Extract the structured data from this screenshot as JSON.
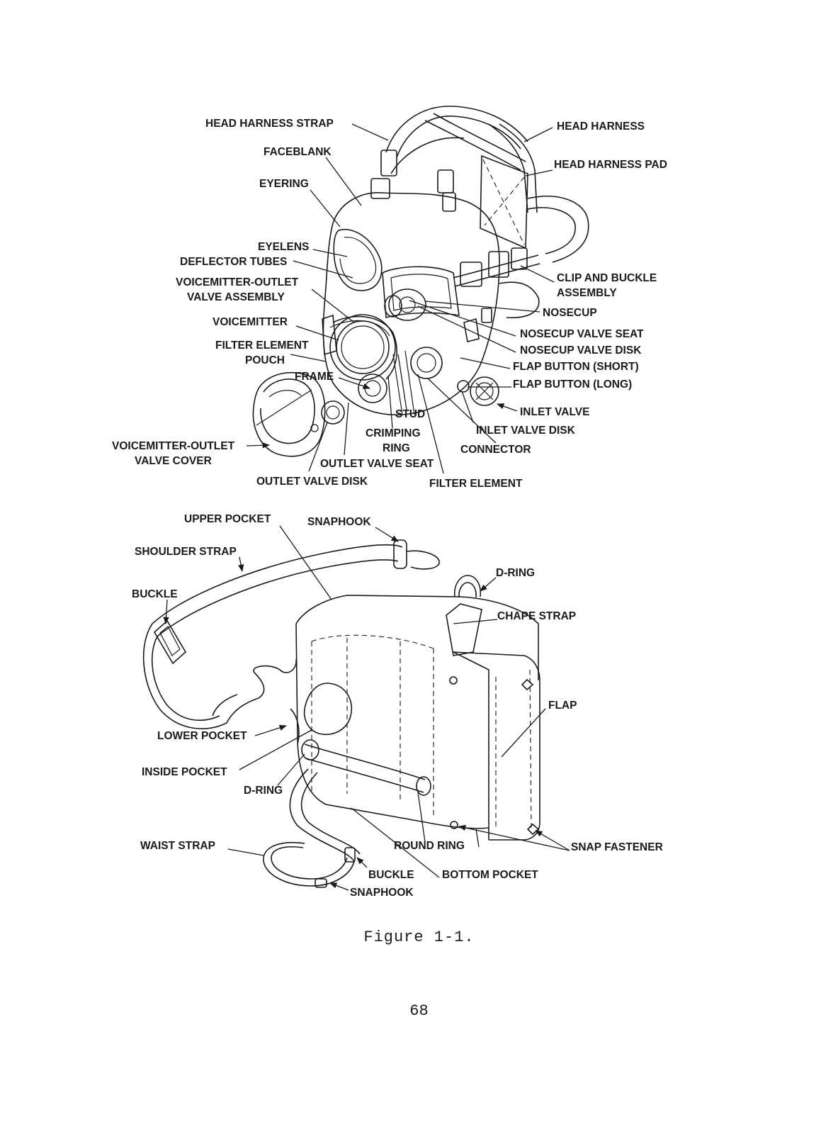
{
  "figure": {
    "caption": "Figure 1-1.",
    "page_number": "68"
  },
  "mask_labels": {
    "head_harness_strap": "HEAD  HARNESS STRAP",
    "faceblank": "FACEBLANK",
    "eyering": "EYERING",
    "eyelens": "EYELENS",
    "deflector_tubes": "DEFLECTOR TUBES",
    "voicemitter_outlet_line1": "VOICEMITTER-OUTLET",
    "voicemitter_outlet_line2": "VALVE ASSEMBLY",
    "voicemitter": "VOICEMITTER",
    "filter_pouch_line1": "FILTER ELEMENT",
    "filter_pouch_line2": "POUCH",
    "frame": "FRAME",
    "cover_line1": "VOICEMITTER-OUTLET",
    "cover_line2": "VALVE COVER",
    "outlet_valve_disk": "OUTLET VALVE DISK",
    "outlet_valve_seat": "OUTLET VALVE SEAT",
    "crimping_line1": "CRIMPING",
    "crimping_line2": "RING",
    "stud": "STUD",
    "filter_element": "FILTER ELEMENT",
    "connector": "CONNECTOR",
    "inlet_valve_disk": "INLET VALVE DISK",
    "inlet_valve": "INLET VALVE",
    "flap_button_long": "FLAP BUTTON (LONG)",
    "flap_button_short": "FLAP BUTTON (SHORT)",
    "nosecup_valve_disk": "NOSECUP VALVE DISK",
    "nosecup_valve_seat": "NOSECUP VALVE SEAT",
    "nosecup": "NOSECUP",
    "clip_line1": "CLIP AND BUCKLE",
    "clip_line2": "ASSEMBLY",
    "head_harness_pad": "HEAD HARNESS PAD",
    "head_harness": "HEAD HARNESS"
  },
  "carrier_labels": {
    "upper_pocket": "UPPER POCKET",
    "snaphook_top": "SNAPHOOK",
    "shoulder_strap": "SHOULDER STRAP",
    "buckle_left": "BUCKLE",
    "d_ring_top": "D-RING",
    "chape_strap": "CHAPE STRAP",
    "flap": "FLAP",
    "lower_pocket": "LOWER POCKET",
    "inside_pocket": "INSIDE  POCKET",
    "d_ring_left": "D-RING",
    "waist_strap": "WAIST STRAP",
    "round_ring": "ROUND RING",
    "snap_fastener": "SNAP FASTENER",
    "buckle_bottom": "BUCKLE",
    "bottom_pocket": "BOTTOM POCKET",
    "snaphook_bottom": "SNAPHOOK"
  }
}
